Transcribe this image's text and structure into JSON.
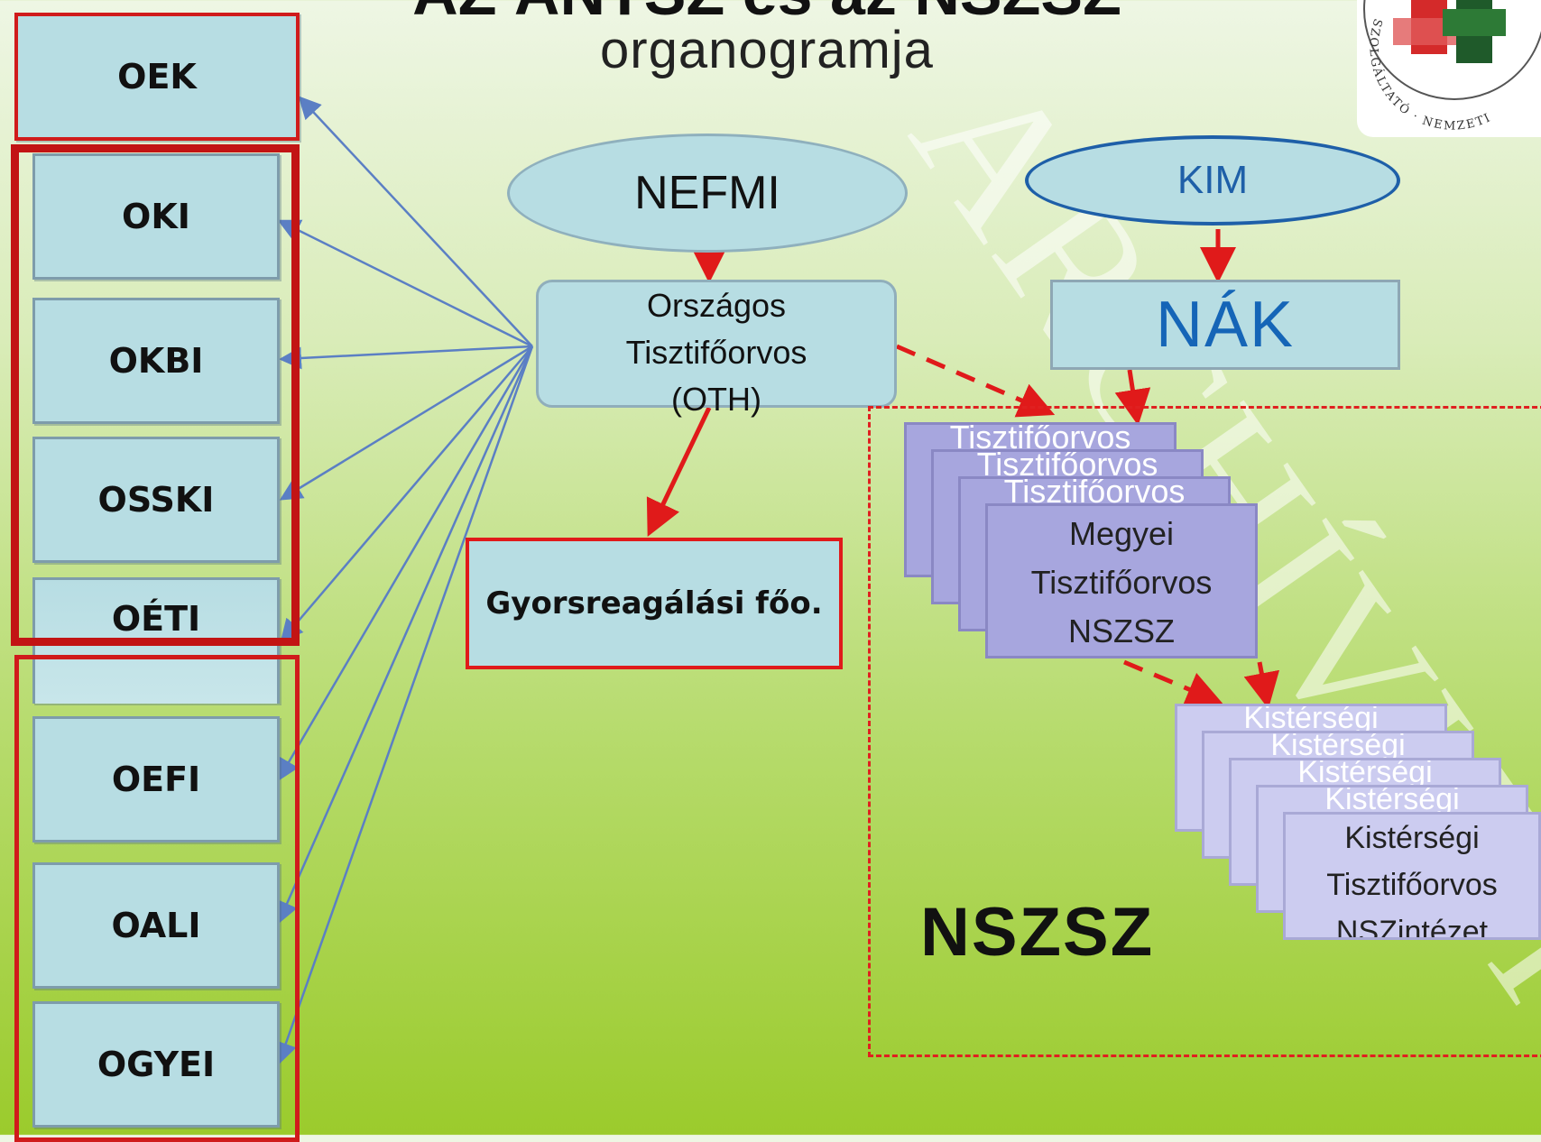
{
  "title": {
    "line1_partial": "AZ ÁNTSZ és az NSZSZ",
    "line2": "organogramja"
  },
  "top_left": {
    "oek": "OEK"
  },
  "institutes_group1": [
    "OKI",
    "OKBI",
    "OSSKI",
    "OÉTI"
  ],
  "institutes_group2": [
    "OEFI",
    "OALI",
    "OGYEI"
  ],
  "nefmi": "NEFMI",
  "kim": "KIM",
  "oth": {
    "line1": "Országos",
    "line2": "Tisztifőorvos",
    "line3": "(OTH)"
  },
  "nak": "NÁK",
  "gyors": "Gyorsreagálási főo.",
  "megyei_stack": {
    "ghost_text": "Tisztifőorvos",
    "front": {
      "line1": "Megyei",
      "line2": "Tisztifőorvos",
      "line3": "NSZSZ"
    }
  },
  "kisterseg_stack": {
    "ghost_text": "Kistérségi",
    "front": {
      "line1": "Kistérségi",
      "line2": "Tisztifőorvos",
      "line3": "NSZintézet"
    }
  },
  "nszsz_label": "NSZSZ",
  "watermark": "ARCHÍVUM",
  "colors": {
    "box_fill": "#b7dde3",
    "red": "#e01a1a",
    "blue_arrow": "#5b7fc4",
    "purple": "#a7a6de",
    "lavender": "#ccccf0"
  }
}
